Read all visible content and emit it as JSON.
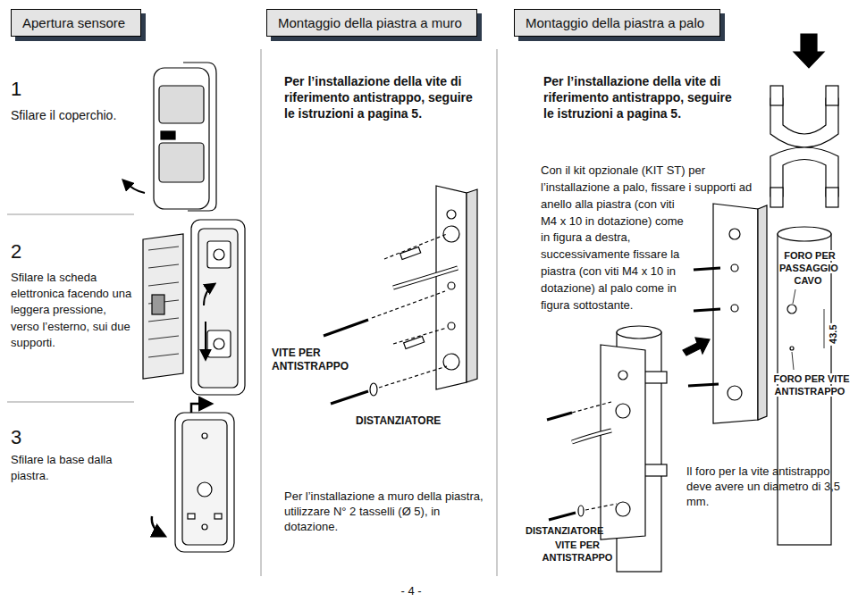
{
  "diagram": {
    "nodes": [
      {
        "text": [
          "Apertura sensore"
        ]
      },
      {
        "text": [
          "Montaggio della piastra a muro"
        ]
      },
      {
        "text": [
          "Montaggio della piastra a palo"
        ]
      }
    ],
    "labels": [
      "1",
      "Sfilare il coperchio.",
      "2",
      "Sfilare la scheda elettronica facendo una leggera pressione, verso l’esterno, sui due supporti.",
      "3",
      "Sfilare la base dalla piastra.",
      "Per l’installazione della vite di riferimento antistrappo, seguire le istruzioni a pagina 5.",
      "VITE PER ANTISTRAPPO",
      "DISTANZIATORE",
      "Per l’installazione a muro della piastra, utilizzare N° 2 tasselli (Ø 5), in dotazione.",
      "Per l’installazione della vite di riferimento antistrappo, seguire le istruzioni a pagina 5.",
      "Con il kit opzionale (KIT ST) per l’installazione a palo, fissare i supporti ad anello alla piastra (con viti M4 x 10 in dotazione) come in figura a destra, successivamente fissare la piastra (con viti M4 x 10 in dotazione) al palo come in figura sottostante.",
      "FORO PER PASSAGGIO CAVO",
      "43.5",
      "FORO PER VITE ANTISTRAPPO",
      "DISTANZIATORE",
      "VITE PER ANTISTRAPPO",
      "Il foro per la vite antistrappo deve avere un diametro di 3,5 mm.",
      "- 4 -"
    ]
  }
}
